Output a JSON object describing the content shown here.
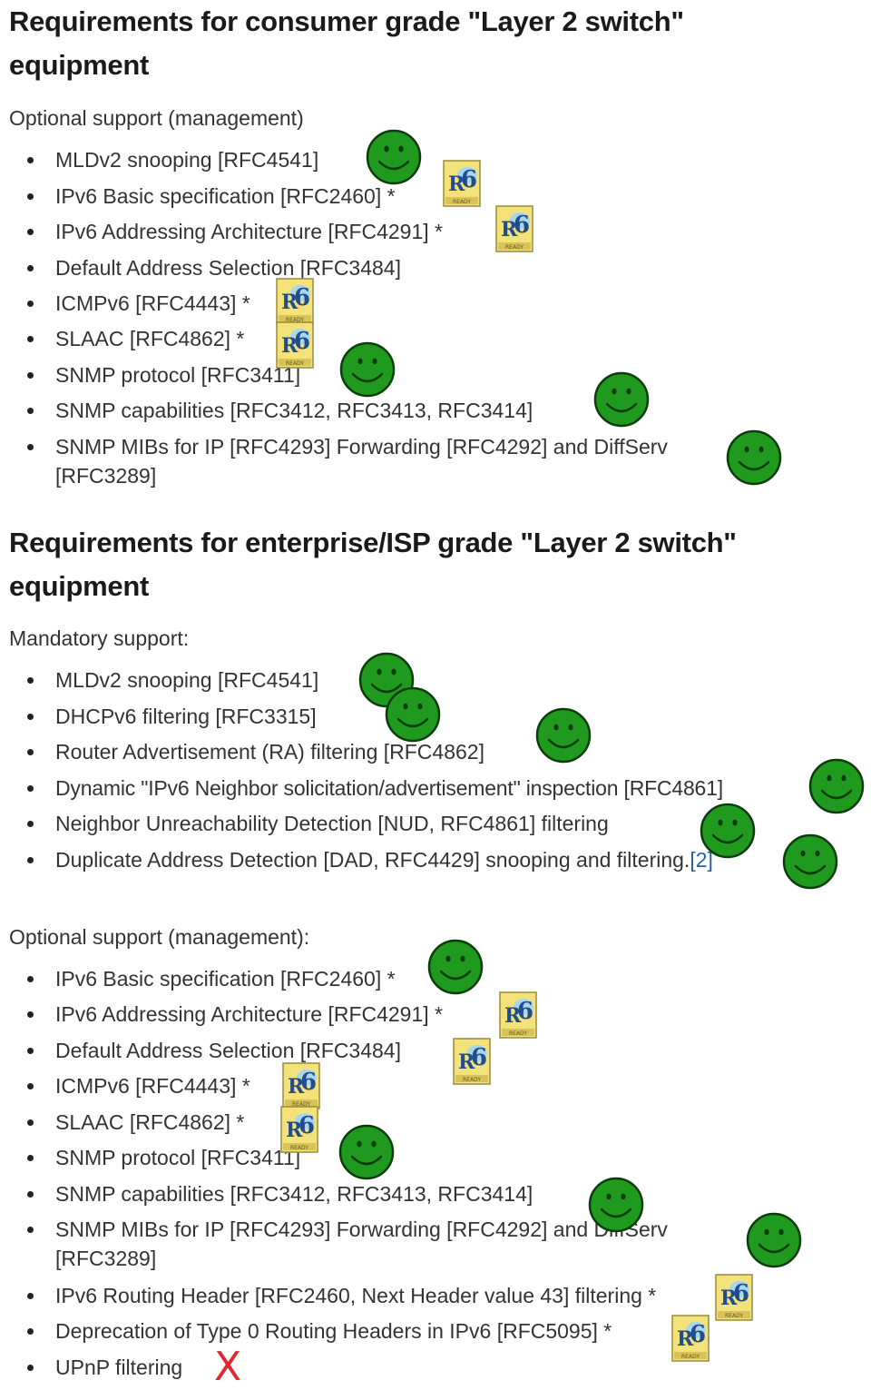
{
  "section1": {
    "heading_line1": "Requirements for consumer grade \"Layer 2 switch\"",
    "heading_line2": "equipment",
    "optional_label": "Optional support (management)",
    "items": [
      "MLDv2 snooping [RFC4541]",
      "IPv6 Basic specification [RFC2460] *",
      "IPv6 Addressing Architecture [RFC4291] *",
      "Default Address Selection [RFC3484]",
      "ICMPv6 [RFC4443] *",
      "SLAAC [RFC4862] *",
      "SNMP protocol [RFC3411]",
      "SNMP capabilities [RFC3412, RFC3413, RFC3414]",
      "SNMP MIBs for IP [RFC4293] Forwarding [RFC4292] and DiffServ",
      "[RFC3289]"
    ]
  },
  "section2": {
    "heading_line1": "Requirements for enterprise/ISP grade \"Layer 2 switch\"",
    "heading_line2": "equipment",
    "mandatory_label": "Mandatory support:",
    "mandatory_items": [
      "MLDv2 snooping [RFC4541]",
      "DHCPv6 filtering [RFC3315]",
      "Router Advertisement (RA) filtering [RFC4862]",
      "Dynamic \"IPv6 Neighbor solicitation/advertisement\" inspection [RFC4861]",
      "Neighbor Unreachability Detection [NUD, RFC4861] filtering",
      "Duplicate Address Detection [DAD, RFC4429] snooping and filtering.",
      "[2]"
    ],
    "optional_label": "Optional support (management):",
    "optional_items": [
      "IPv6 Basic specification [RFC2460] *",
      "IPv6 Addressing Architecture [RFC4291] *",
      "Default Address Selection [RFC3484]",
      "ICMPv6 [RFC4443] *",
      "SLAAC [RFC4862] *",
      "SNMP protocol [RFC3411]",
      "SNMP capabilities [RFC3412, RFC3413, RFC3414]",
      "SNMP MIBs for IP [RFC4293] Forwarding [RFC4292] and DiffServ",
      "[RFC3289]",
      "IPv6 Routing Header [RFC2460, Next Header value 43] filtering *",
      "Deprecation of Type 0 Routing Headers in IPv6 [RFC5095] *",
      "UPnP filtering"
    ]
  },
  "marks": {
    "unsupported": "X",
    "badge_text": "6",
    "badge_caption": "READY"
  },
  "colors": {
    "smiley_fill": "#1f9a1f",
    "smiley_stroke": "#0b3d0b",
    "x_mark": "#e3262c",
    "link": "#2a5ea8"
  }
}
